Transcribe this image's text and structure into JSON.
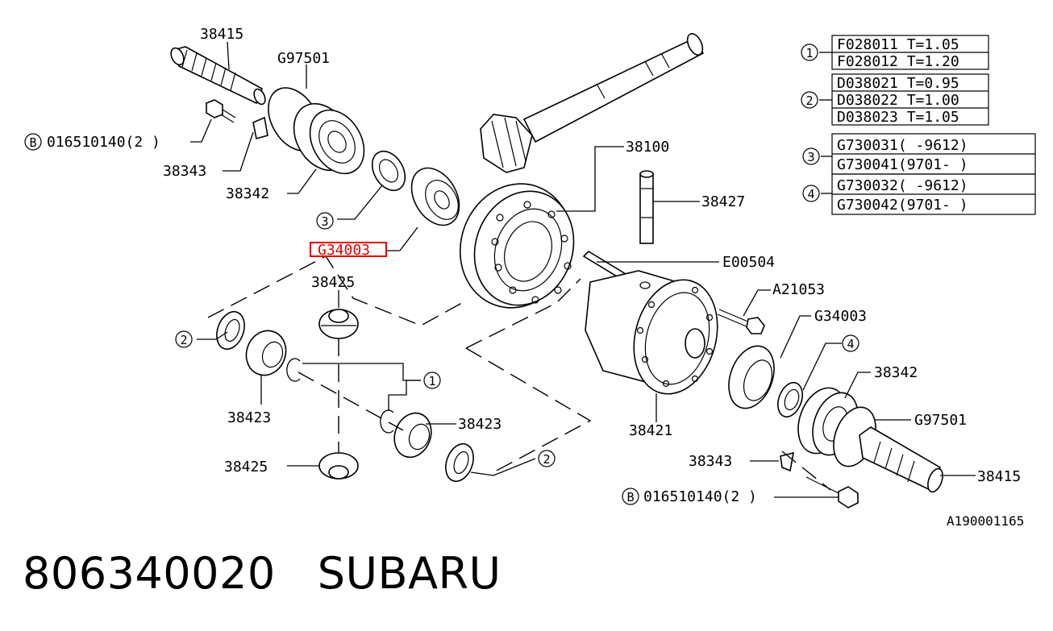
{
  "diagram_id": "A190001165",
  "footer": {
    "part_number": "806340020",
    "brand": "SUBARU"
  },
  "highlight_color": "#e00000",
  "highlighted_part": "G34003",
  "labels": {
    "l38415_top": "38415",
    "lG97501_top": "G97501",
    "lB_top": "016510140(2 )",
    "l38343_top": "38343",
    "l38342_top": "38342",
    "lG34003_hl": "G34003",
    "l38100": "38100",
    "l38427": "38427",
    "lE00504": "E00504",
    "lA21053": "A21053",
    "lG34003_r": "G34003",
    "l38342_r": "38342",
    "lG97501_r": "G97501",
    "l38425_top": "38425",
    "l38423_l": "38423",
    "l38423_r": "38423",
    "l38421": "38421",
    "l38425_bot": "38425",
    "l38343_r": "38343",
    "l38415_r": "38415",
    "lB_bot": "016510140(2 )",
    "b_symbol": "B"
  },
  "callouts": {
    "c1": "1",
    "c2": "2",
    "c3": "3",
    "c4": "4"
  },
  "legend": [
    {
      "num": "1",
      "rows": [
        "F028011 T=1.05",
        "F028012 T=1.20"
      ]
    },
    {
      "num": "2",
      "rows": [
        "D038021 T=0.95",
        "D038022 T=1.00",
        "D038023 T=1.05"
      ]
    },
    {
      "num": "3",
      "rows": [
        "G730031(      -9612)",
        "G730041(9701-      )"
      ]
    },
    {
      "num": "4",
      "rows": [
        "G730032(      -9612)",
        "G730042(9701-      )"
      ]
    }
  ]
}
